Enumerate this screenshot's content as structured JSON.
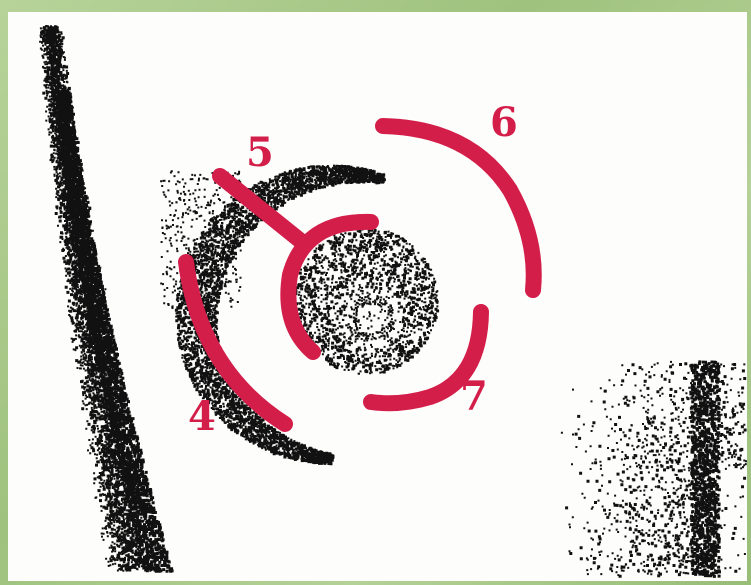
{
  "colors": {
    "frame": "#a8c88a",
    "paper": "#fdfdfb",
    "stipple": "#111111",
    "marker": "#d41e4a"
  },
  "labels": {
    "four": "4",
    "five": "5",
    "six": "6",
    "seven": "7"
  }
}
